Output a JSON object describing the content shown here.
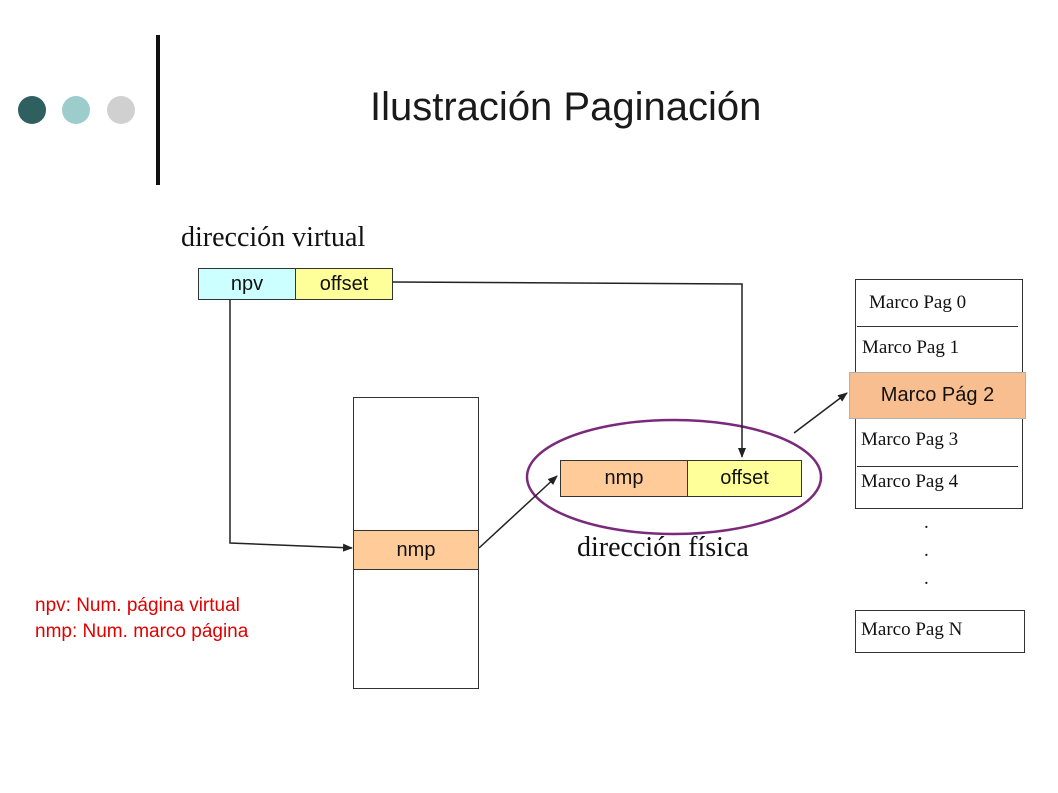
{
  "header": {
    "title": "Ilustración Paginación",
    "dot_colors": [
      "#2f5f5f",
      "#9ccccc",
      "#d0d0d0"
    ]
  },
  "virtual_address": {
    "label": "dirección virtual",
    "npv": "npv",
    "offset": "offset"
  },
  "page_table": {
    "entry": "nmp"
  },
  "physical_address": {
    "label": "dirección física",
    "nmp": "nmp",
    "offset": "offset"
  },
  "memory": {
    "frames": [
      "Marco Pag 0",
      "Marco Pag 1",
      "Marco Pág 2",
      "Marco Pag 3",
      "Marco Pag 4"
    ],
    "ellipsis": [
      ".",
      ".",
      "."
    ],
    "last_frame": "Marco Pag N"
  },
  "legend": {
    "line1": "npv: Num. página virtual",
    "line2": "nmp: Num. marco página"
  },
  "colors": {
    "npv_fill": "#ccffff",
    "offset_virtual_fill": "#ffff99",
    "nmp_fill": "#ffcc99",
    "highlight_frame_fill": "#f9be8f",
    "ellipse_stroke": "#7b2a7b",
    "legend_text": "#e00000"
  }
}
